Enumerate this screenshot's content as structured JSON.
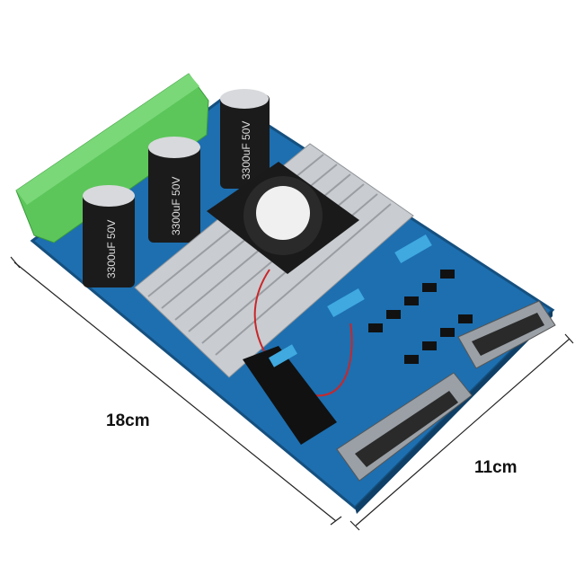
{
  "product": {
    "dimensions": {
      "length": "18cm",
      "width": "11cm"
    },
    "capacitor_label": "3300uF 50V",
    "colors": {
      "board": "#1d6fb0",
      "terminal": "#5cc65a",
      "heatsink": "#c9ccd0",
      "fan": "#1a1a1a",
      "connector": "#9aa0a6"
    }
  }
}
